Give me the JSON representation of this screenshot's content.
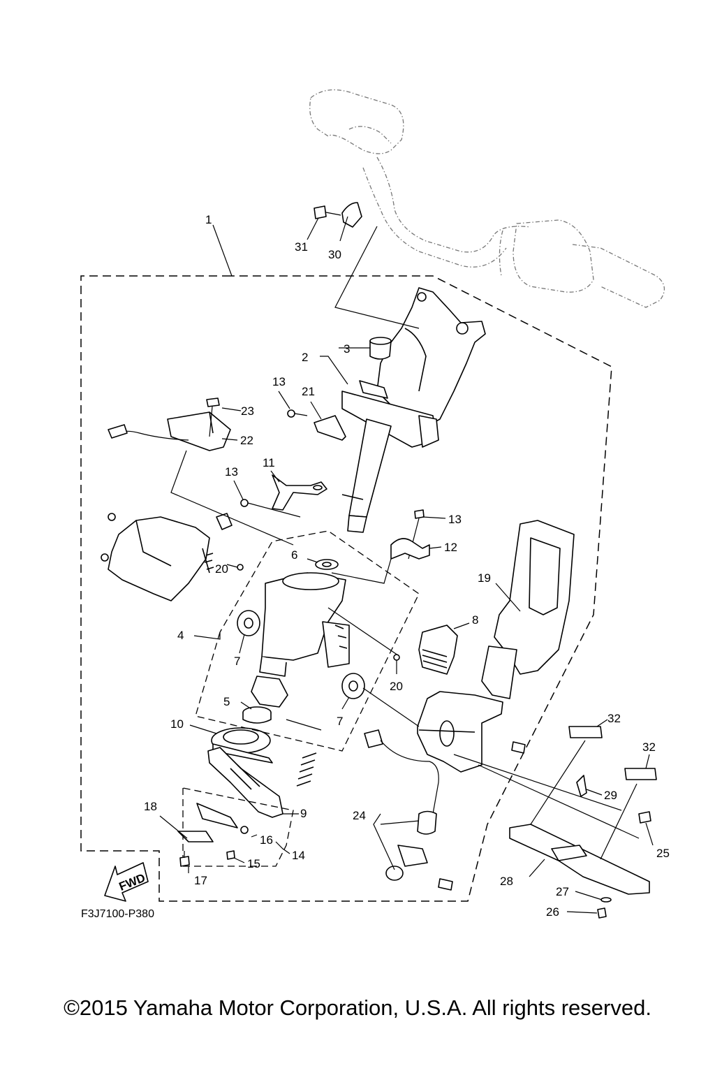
{
  "diagram": {
    "code": "F3J7100-P380",
    "direction_label": "FWD",
    "callouts": [
      {
        "id": "c1",
        "label": "1"
      },
      {
        "id": "c2",
        "label": "2"
      },
      {
        "id": "c3",
        "label": "3"
      },
      {
        "id": "c4",
        "label": "4"
      },
      {
        "id": "c5",
        "label": "5"
      },
      {
        "id": "c6",
        "label": "6"
      },
      {
        "id": "c7a",
        "label": "7"
      },
      {
        "id": "c7b",
        "label": "7"
      },
      {
        "id": "c8",
        "label": "8"
      },
      {
        "id": "c9",
        "label": "9"
      },
      {
        "id": "c10",
        "label": "10"
      },
      {
        "id": "c11",
        "label": "11"
      },
      {
        "id": "c12",
        "label": "12"
      },
      {
        "id": "c13a",
        "label": "13"
      },
      {
        "id": "c13b",
        "label": "13"
      },
      {
        "id": "c13c",
        "label": "13"
      },
      {
        "id": "c14",
        "label": "14"
      },
      {
        "id": "c15",
        "label": "15"
      },
      {
        "id": "c16",
        "label": "16"
      },
      {
        "id": "c17",
        "label": "17"
      },
      {
        "id": "c18",
        "label": "18"
      },
      {
        "id": "c19",
        "label": "19"
      },
      {
        "id": "c20a",
        "label": "20"
      },
      {
        "id": "c20b",
        "label": "20"
      },
      {
        "id": "c21",
        "label": "21"
      },
      {
        "id": "c22",
        "label": "22"
      },
      {
        "id": "c23",
        "label": "23"
      },
      {
        "id": "c24",
        "label": "24"
      },
      {
        "id": "c25",
        "label": "25"
      },
      {
        "id": "c26",
        "label": "26"
      },
      {
        "id": "c27",
        "label": "27"
      },
      {
        "id": "c28",
        "label": "28"
      },
      {
        "id": "c29",
        "label": "29"
      },
      {
        "id": "c30",
        "label": "30"
      },
      {
        "id": "c31",
        "label": "31"
      },
      {
        "id": "c32a",
        "label": "32"
      },
      {
        "id": "c32b",
        "label": "32"
      }
    ]
  },
  "footer": {
    "copyright": "©2015 Yamaha Motor Corporation, U.S.A. All rights reserved."
  }
}
